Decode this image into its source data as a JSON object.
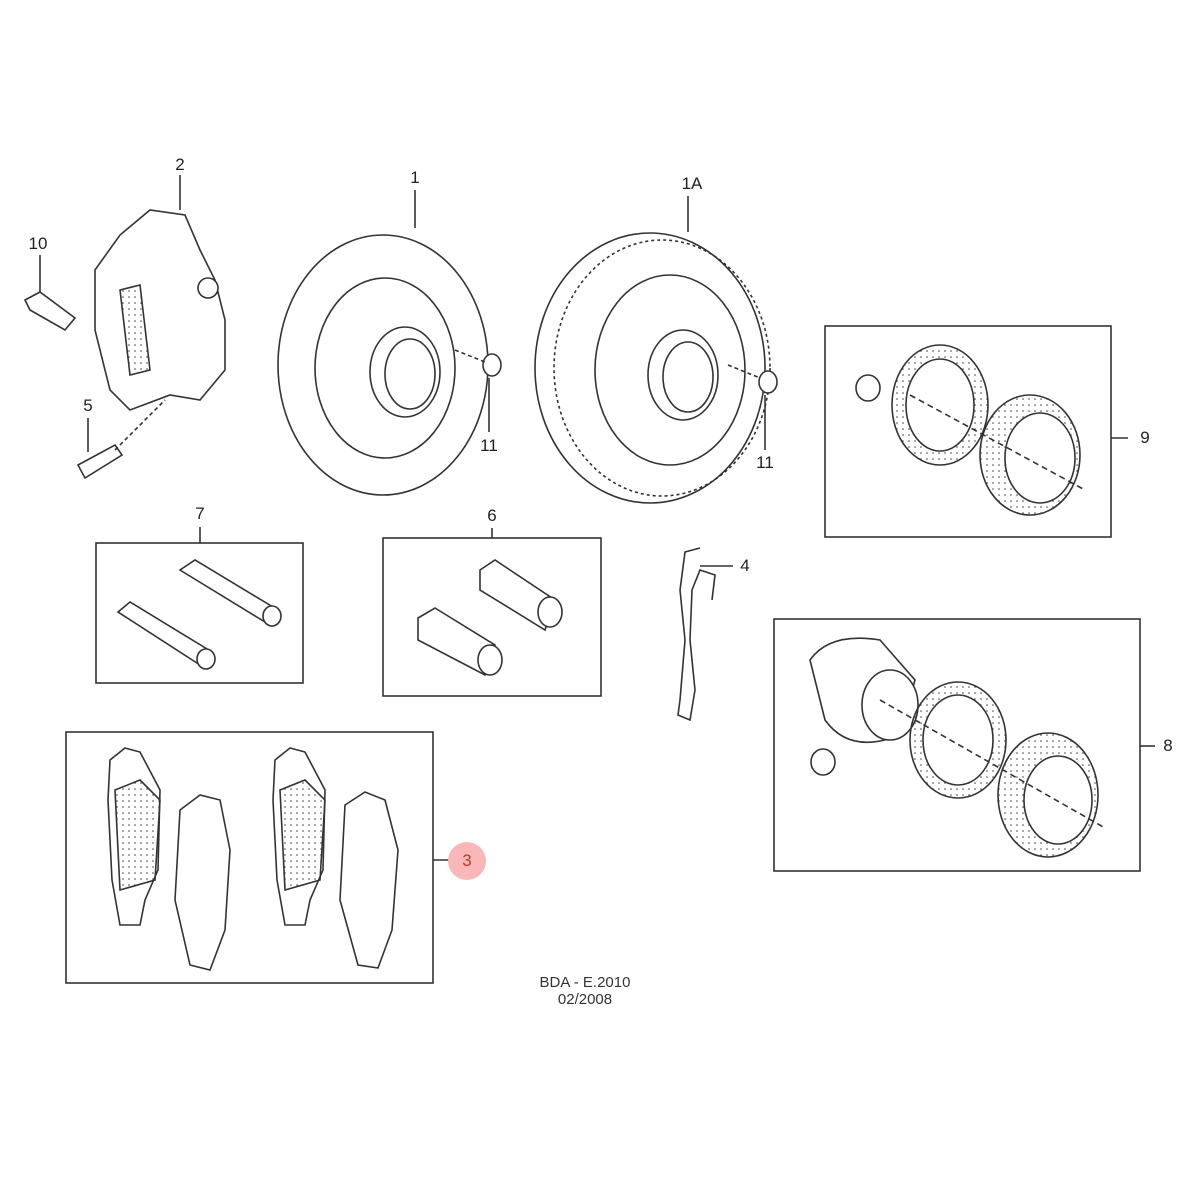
{
  "callouts": {
    "p1": "1",
    "p1a": "1A",
    "p2": "2",
    "p3": "3",
    "p4": "4",
    "p5": "5",
    "p6": "6",
    "p7": "7",
    "p8": "8",
    "p9": "9",
    "p10": "10",
    "p11a": "11",
    "p11b": "11"
  },
  "highlighted_callout": "3",
  "highlight_color": "#f9b7b7",
  "footer": {
    "code": "BDA - E.2010",
    "date": "02/2008"
  }
}
